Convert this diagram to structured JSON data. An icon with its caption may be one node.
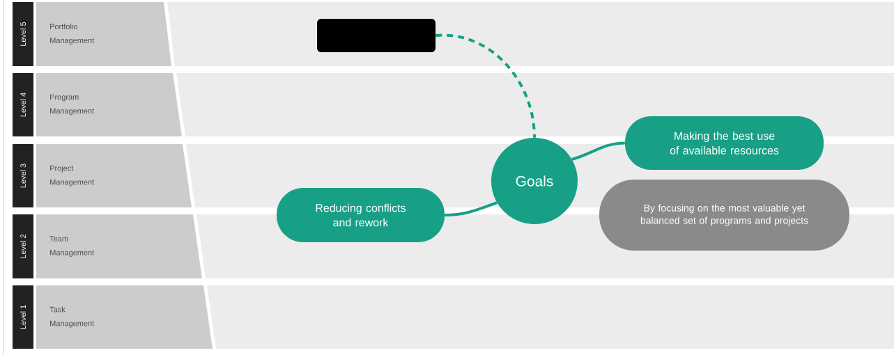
{
  "diagram": {
    "nodes": [
      {
        "text": [
          "Level 5"
        ]
      },
      {
        "text": [
          "Portfolio Management"
        ]
      },
      {
        "text": [
          "Level 4"
        ]
      },
      {
        "text": [
          "Program Management"
        ]
      },
      {
        "text": [
          "Level 3"
        ]
      },
      {
        "text": [
          "Project Management"
        ]
      },
      {
        "text": [
          "Level 2"
        ]
      },
      {
        "text": [
          "Team Management"
        ]
      },
      {
        "text": [
          "Level 1"
        ]
      },
      {
        "text": [
          "Task Management"
        ]
      },
      {
        "text": [],
        "shape": "box"
      },
      {
        "text": [
          "Goals"
        ]
      },
      {
        "text": [
          "Making the best use of available resources"
        ]
      },
      {
        "text": [
          "Reducing conflicts and rework"
        ]
      },
      {
        "text": [
          "By focusing on the most valuable yet balanced set of programs and projects"
        ]
      }
    ],
    "edges": [
      {
        "from": 10,
        "to": 11,
        "arrow": "none",
        "style": "dashed"
      },
      {
        "from": 11,
        "to": 12,
        "arrow": "none"
      },
      {
        "from": 11,
        "to": 13,
        "arrow": "none"
      }
    ]
  }
}
